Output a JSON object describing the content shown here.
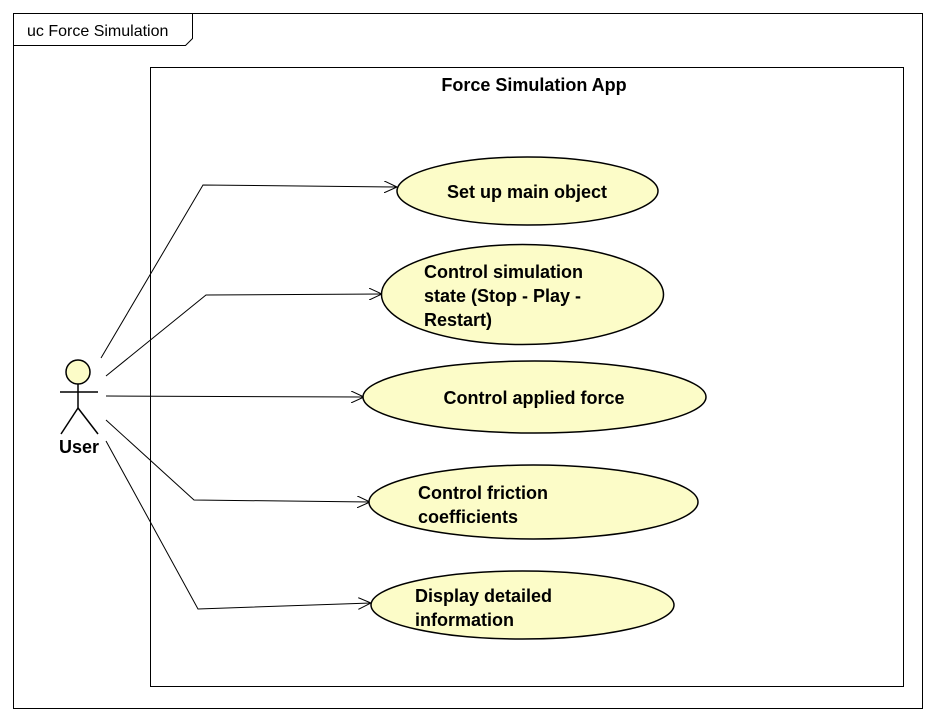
{
  "frame": {
    "title": "uc Force Simulation"
  },
  "system": {
    "title": "Force Simulation App"
  },
  "actor": {
    "name": "User"
  },
  "use_cases": [
    {
      "id": "uc1",
      "lines": [
        "Set up main object"
      ]
    },
    {
      "id": "uc2",
      "lines": [
        "Control simulation",
        "state (Stop - Play -",
        "Restart)"
      ]
    },
    {
      "id": "uc3",
      "lines": [
        "Control applied force"
      ]
    },
    {
      "id": "uc4",
      "lines": [
        "Control friction",
        "coefficients"
      ]
    },
    {
      "id": "uc5",
      "lines": [
        "Display detailed",
        "information"
      ]
    }
  ],
  "colors": {
    "use_case_fill": "#fcfcc8",
    "actor_fill": "#fcfcc8",
    "stroke": "#000000",
    "background": "#ffffff"
  }
}
